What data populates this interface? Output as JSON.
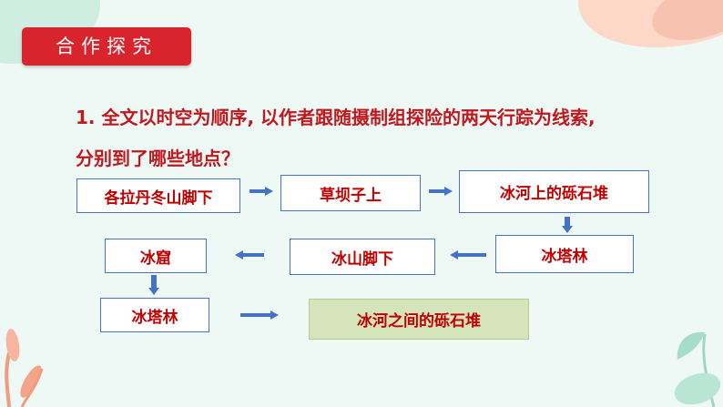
{
  "section": {
    "title": "合作探究"
  },
  "question": {
    "line1": "1. 全文以时空为顺序, 以作者跟随摄制组探险的两天行踪为线索,",
    "line2": "分别到了哪些地点？"
  },
  "route": {
    "row1": [
      "各拉丹冬山脚下",
      "草坝子上",
      "冰河上的砾石堆"
    ],
    "row2": [
      "冰窟",
      "冰山脚下",
      "冰塔林"
    ],
    "row3": [
      "冰塔林",
      "冰河之间的砾石堆"
    ]
  },
  "colors": {
    "tag": "#d8242c",
    "question_text": "#c0181f",
    "box_border": "#4472c4",
    "box_text": "#c00000",
    "arrow": "#4472c4",
    "highlight_box": "#d6e4bc"
  }
}
